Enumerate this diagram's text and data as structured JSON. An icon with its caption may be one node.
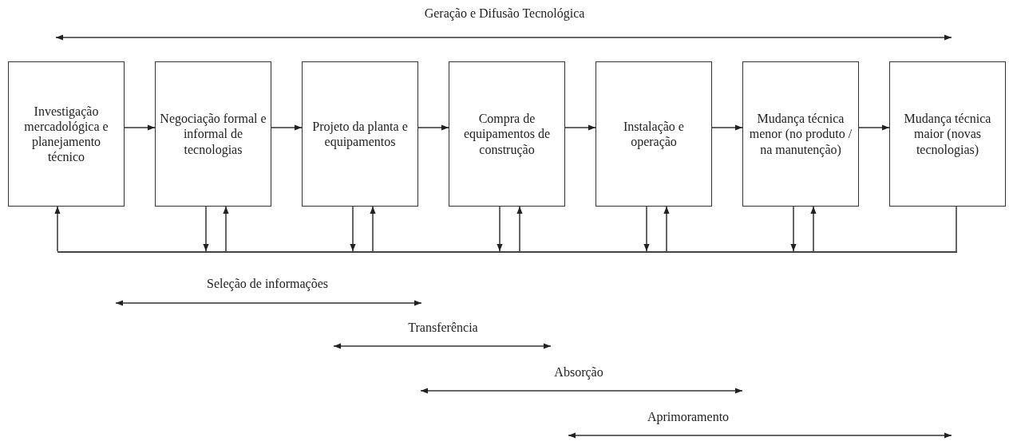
{
  "diagram": {
    "title": "Geração e Difusão Tecnológica",
    "nodes": [
      {
        "text": [
          "Investigação mercadológica e planejamento técnico"
        ]
      },
      {
        "text": [
          "Negociação formal e informal de tecnologias"
        ]
      },
      {
        "text": [
          "Projeto da planta e equipamentos"
        ]
      },
      {
        "text": [
          "Compra de equipamentos de construção"
        ]
      },
      {
        "text": [
          "Instalação e operação"
        ]
      },
      {
        "text": [
          "Mudança técnica menor (no produto / na manutenção)"
        ]
      },
      {
        "text": [
          "Mudança técnica maior (novas tecnologias)"
        ]
      },
      {
        "text": [],
        "shape": "bar"
      }
    ],
    "edges": [
      {
        "from": 0,
        "to": 1,
        "arrow": "to"
      },
      {
        "from": 1,
        "to": 2,
        "arrow": "to"
      },
      {
        "from": 2,
        "to": 3,
        "arrow": "to"
      },
      {
        "from": 3,
        "to": 4,
        "arrow": "to"
      },
      {
        "from": 4,
        "to": 5,
        "arrow": "to"
      },
      {
        "from": 5,
        "to": 6,
        "arrow": "to"
      },
      {
        "from": 7,
        "to": 0,
        "arrow": "to"
      },
      {
        "from": 1,
        "to": 7,
        "arrow": "to"
      },
      {
        "from": 7,
        "to": 1,
        "arrow": "to"
      },
      {
        "from": 2,
        "to": 7,
        "arrow": "to"
      },
      {
        "from": 7,
        "to": 2,
        "arrow": "to"
      },
      {
        "from": 3,
        "to": 7,
        "arrow": "to"
      },
      {
        "from": 7,
        "to": 3,
        "arrow": "to"
      },
      {
        "from": 4,
        "to": 7,
        "arrow": "to"
      },
      {
        "from": 7,
        "to": 4,
        "arrow": "to"
      },
      {
        "from": 5,
        "to": 7,
        "arrow": "to"
      },
      {
        "from": 7,
        "to": 5,
        "arrow": "to"
      },
      {
        "from": 6,
        "to": 7,
        "arrow": "none"
      }
    ],
    "labels": [
      "Seleção de informações",
      "Transferência",
      "Absorção",
      "Aprimoramento"
    ]
  }
}
